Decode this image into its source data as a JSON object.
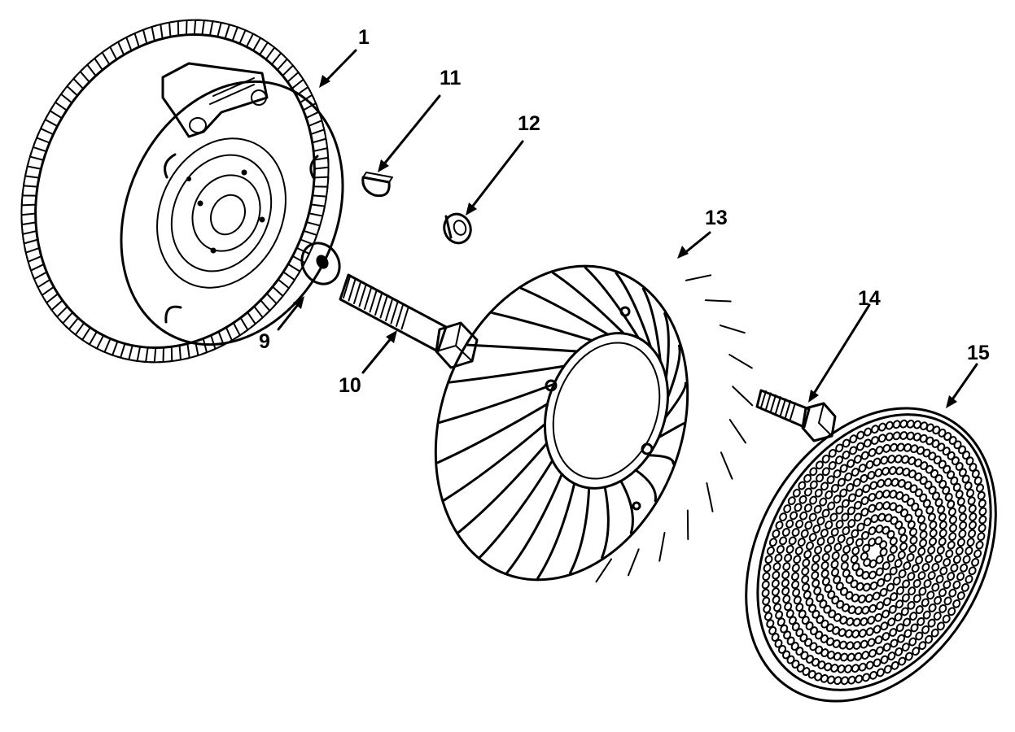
{
  "callouts": [
    {
      "id": "1",
      "label": "1"
    },
    {
      "id": "9",
      "label": "9"
    },
    {
      "id": "10",
      "label": "10"
    },
    {
      "id": "11",
      "label": "11"
    },
    {
      "id": "12",
      "label": "12"
    },
    {
      "id": "13",
      "label": "13"
    },
    {
      "id": "14",
      "label": "14"
    },
    {
      "id": "15",
      "label": "15"
    }
  ]
}
